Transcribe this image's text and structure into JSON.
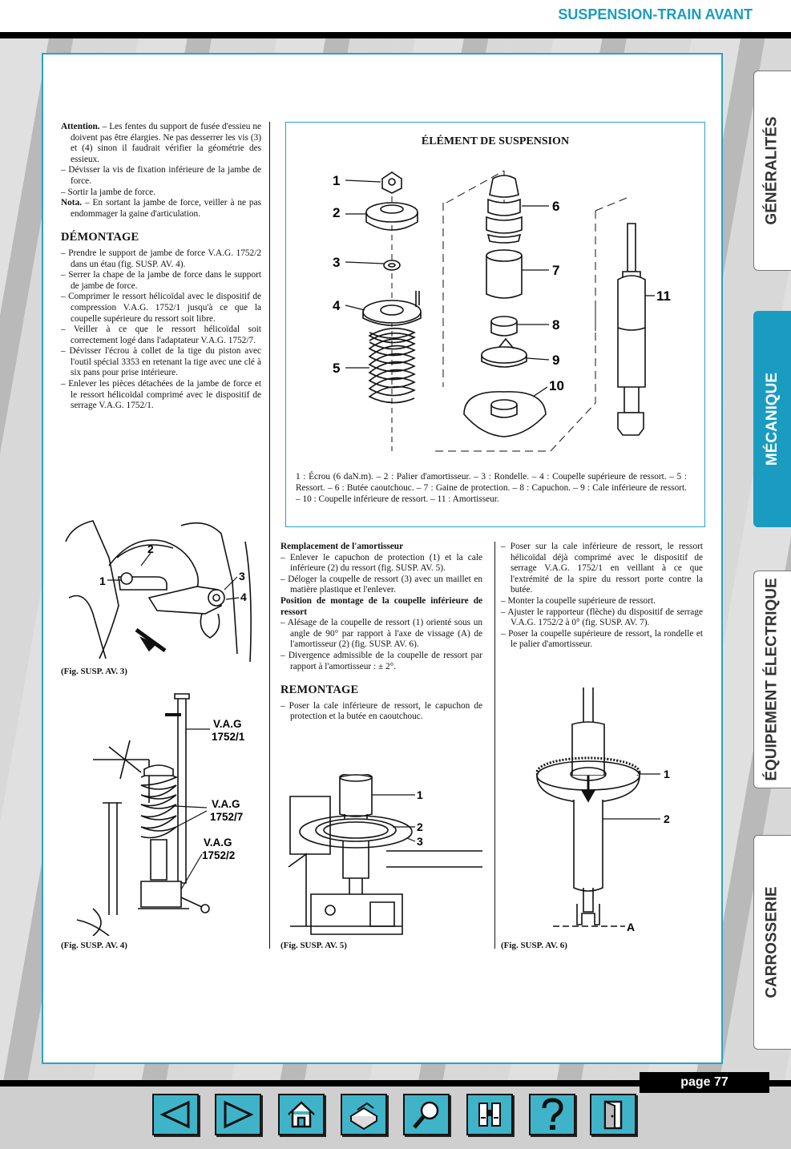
{
  "header": {
    "title": "SUSPENSION-TRAIN AVANT"
  },
  "tabs": [
    {
      "label": "GÉNÉRALITÉS",
      "active": false
    },
    {
      "label": "MÉCANIQUE",
      "active": true
    },
    {
      "label": "ÉQUIPEMENT ÉLECTRIQUE",
      "active": false
    },
    {
      "label": "CARROSSERIE",
      "active": false
    }
  ],
  "col1": {
    "attention_label": "Attention.",
    "attention_text": " – Les fentes du support de fusée d'essieu ne doivent pas être élargies. Ne pas desserrer les vis (3) et (4) sinon il faudrait vérifier la géométrie des essieux.",
    "item1": "– Dévisser la vis de fixation inférieure de la jambe de force.",
    "item2": "– Sortir la jambe de force.",
    "nota_label": "Nota.",
    "nota_text": " – En sortant la jambe de force, veiller à ne pas endommager la gaine d'articulation.",
    "heading": "DÉMONTAGE",
    "d1": "– Prendre le support de jambe de force V.A.G. 1752/2 dans un étau (fig. SUSP. AV. 4).",
    "d2": "– Serrer la chape de la jambe de force dans le support de jambe de force.",
    "d3": "– Comprimer le ressort hélicoïdal avec le dispositif de compression V.A.G. 1752/1 jusqu'à ce que la coupelle supérieure du ressort soit libre.",
    "d4": "– Veiller à ce que le ressort hélicoïdal soit correctement logé dans l'adaptateur V.A.G. 1752/7.",
    "d5": "– Dévisser l'écrou à collet de la tige du piston avec l'outil spécial 3353 en retenant la tige avec une clé à six pans pour prise intérieure.",
    "d6": "– Enlever les pièces détachées de la jambe de force et le ressort hélicoïdal comprimé avec le dispositif de serrage V.A.G. 1752/1."
  },
  "figbox": {
    "title": "ÉLÉMENT DE SUSPENSION",
    "caption": "1 : Écrou (6 daN.m). – 2 : Palier d'amortisseur. – 3 : Rondelle. – 4 : Coupelle supérieure de ressort. – 5 : Ressort. – 6 : Butée caoutchouc. – 7 : Gaine de protection. – 8 : Capuchon. – 9 : Cale inférieure de ressort. – 10 : Coupelle inférieure de ressort. – 11 : Amortisseur.",
    "labels": [
      "1",
      "2",
      "3",
      "4",
      "5",
      "6",
      "7",
      "8",
      "9",
      "10",
      "11"
    ]
  },
  "col2": {
    "sub1": "Remplacement de l'amortisseur",
    "r1": "– Enlever le capuchon de protection (1) et la cale inférieure (2) du ressort (fig. SUSP. AV. 5).",
    "r2": "– Déloger la coupelle de ressort (3) avec un maillet en matière plastique et l'enlever.",
    "sub2": "Position de montage de la coupelle inférieure de ressort",
    "p1": "– Alésage de la coupelle de ressort (1) orienté sous un angle de 90° par rapport à l'axe de vissage (A) de l'amortisseur (2) (fig. SUSP. AV. 6).",
    "p2": "– Divergence admissible de la coupelle de ressort par rapport à l'amortisseur : ± 2°.",
    "heading": "REMONTAGE",
    "m1": "– Poser la cale inférieure de ressort, le capuchon de protection et la butée en caoutchouc."
  },
  "col3": {
    "c1": "– Poser sur la cale inférieure de ressort, le ressort hélicoïdal déjà comprimé avec le dispositif de serrage V.A.G. 1752/1 en veillant à ce que l'extrémité de la spire du ressort porte contre la butée.",
    "c2": "– Monter la coupelle supérieure de ressort.",
    "c3": "– Ajuster le rapporteur (flèche) du dispositif de serrage V.A.G. 1752/2 à 0° (fig. SUSP. AV. 7).",
    "c4": "– Poser la coupelle supérieure de ressort, la rondelle et le palier d'amortisseur."
  },
  "fig3": {
    "caption": "(Fig. SUSP. AV. 3)",
    "labels": [
      "1",
      "2",
      "3",
      "4"
    ]
  },
  "fig4": {
    "caption": "(Fig. SUSP. AV. 4)",
    "labels": [
      "V.A.G",
      "1752/1",
      "V.A.G",
      "1752/7",
      "V.A.G",
      "1752/2"
    ]
  },
  "fig5": {
    "caption": "(Fig. SUSP. AV. 5)",
    "labels": [
      "1",
      "2",
      "3"
    ]
  },
  "fig6": {
    "caption": "(Fig. SUSP. AV. 6)",
    "labels": [
      "1",
      "2",
      "A"
    ]
  },
  "footer": {
    "page": "page 77"
  },
  "nav": [
    "previous-icon",
    "next-icon",
    "home-icon",
    "print-icon",
    "search-icon",
    "binoculars-icon",
    "help-icon",
    "exit-icon"
  ]
}
